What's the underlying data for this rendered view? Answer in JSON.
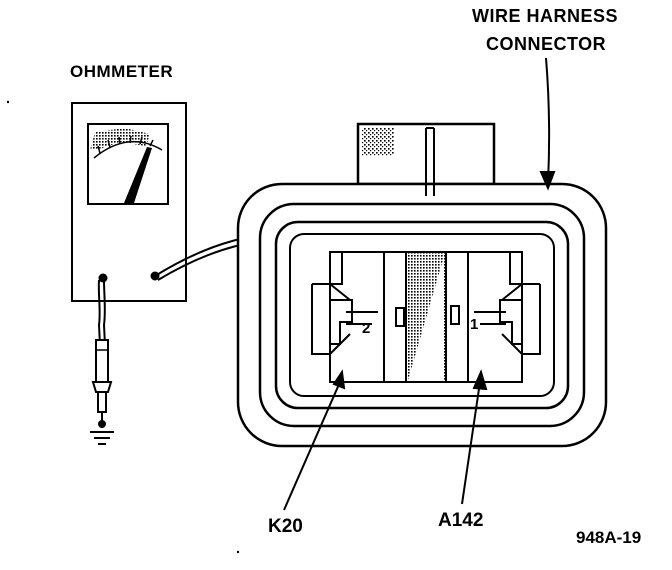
{
  "labels": {
    "ohmmeter": "OHMMETER",
    "wire_harness_line1": "WIRE HARNESS",
    "wire_harness_line2": "CONNECTOR",
    "terminal_left": "K20",
    "terminal_right": "A142",
    "figure_code": "948A-19"
  },
  "pins": {
    "left": "2",
    "right": "1"
  }
}
